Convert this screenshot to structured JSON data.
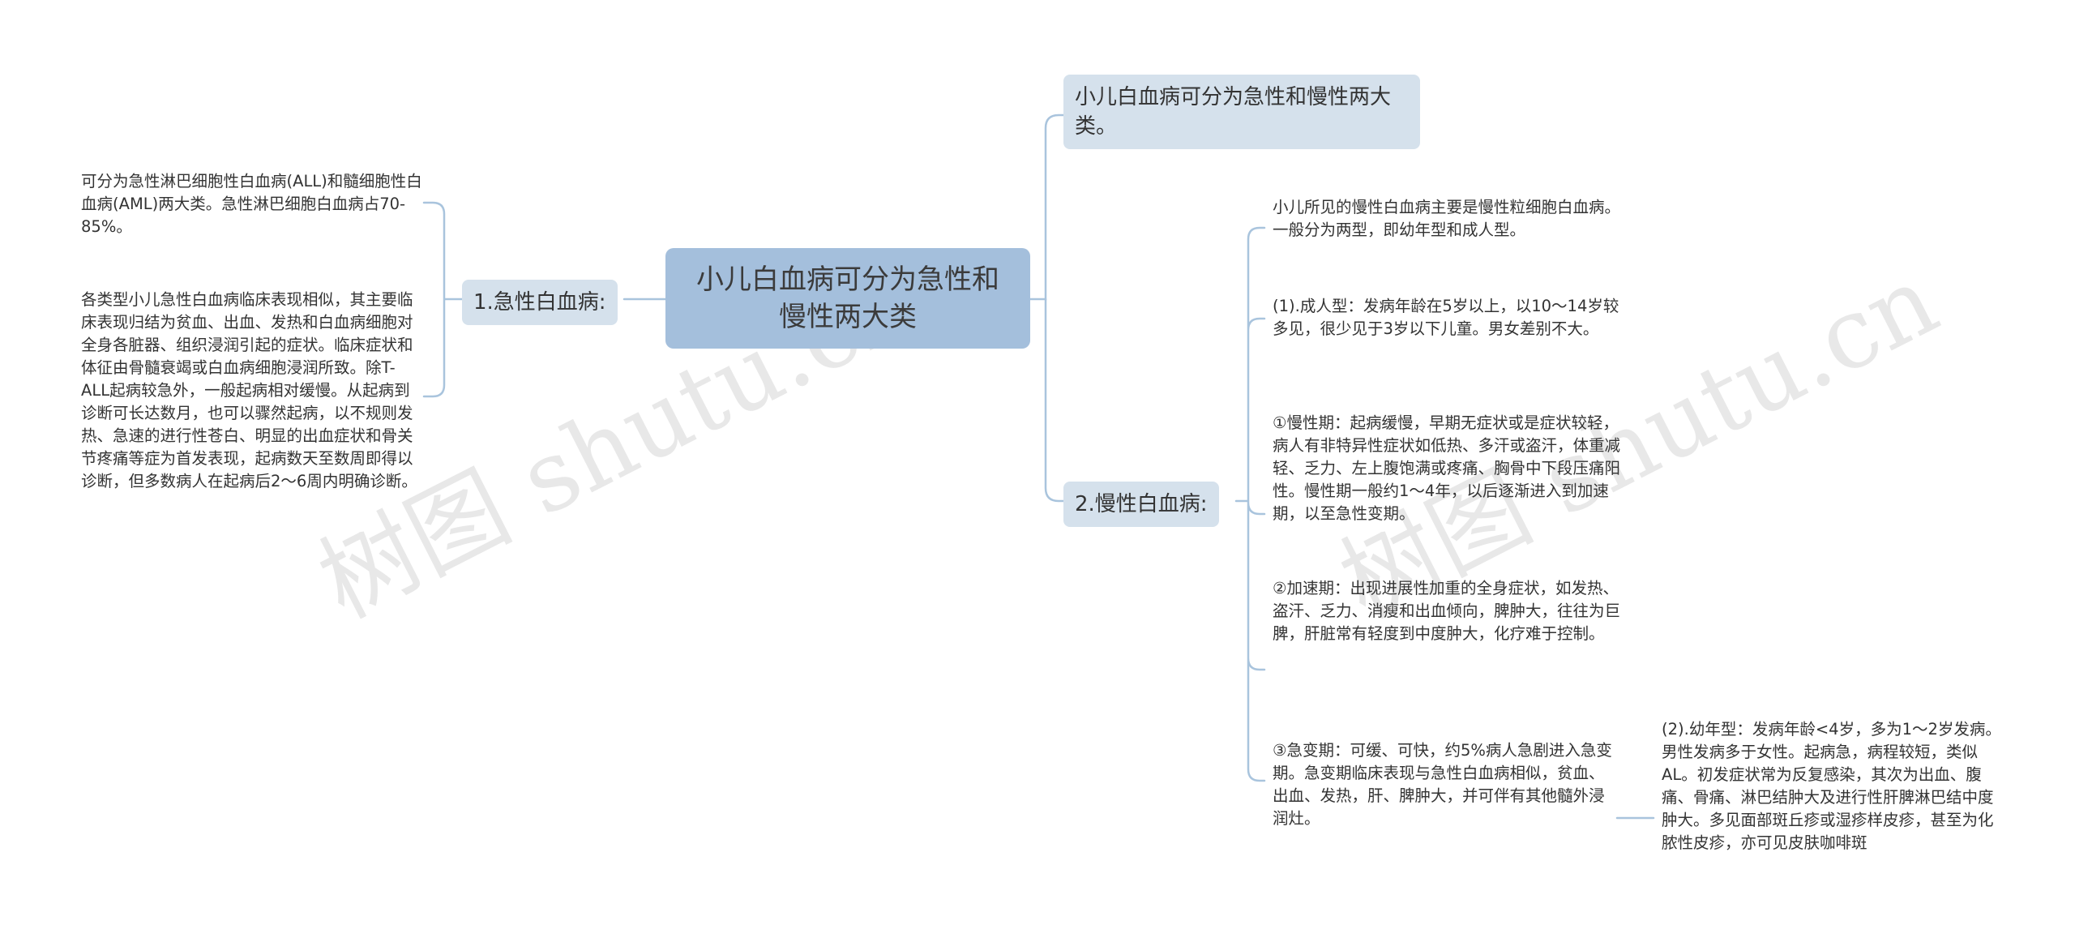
{
  "root": {
    "text": "小儿白血病可分为急性和慢性两大类"
  },
  "top_branch": {
    "text": "小儿白血病可分为急性和慢性两大类。"
  },
  "acute": {
    "label": "1.急性白血病:",
    "leaves": [
      "可分为急性淋巴细胞性白血病(ALL)和髓细胞性白血病(AML)两大类。急性淋巴细胞白血病占70-85%。",
      "各类型小儿急性白血病临床表现相似，其主要临床表现归结为贫血、出血、发热和白血病细胞对全身各脏器、组织浸润引起的症状。临床症状和体征由骨髓衰竭或白血病细胞浸润所致。除T-ALL起病较急外，一般起病相对缓慢。从起病到诊断可长达数月，也可以骤然起病，以不规则发热、急速的进行性苍白、明显的出血症状和骨关节疼痛等症为首发表现，起病数天至数周即得以诊断，但多数病人在起病后2～6周内明确诊断。"
    ]
  },
  "chronic": {
    "label": "2.慢性白血病:",
    "leaves": [
      "小儿所见的慢性白血病主要是慢性粒细胞白血病。一般分为两型，即幼年型和成人型。",
      "(1).成人型：发病年龄在5岁以上，以10～14岁较多见，很少见于3岁以下儿童。男女差别不大。",
      "①慢性期：起病缓慢，早期无症状或是症状较轻，病人有非特异性症状如低热、多汗或盗汗，体重减轻、乏力、左上腹饱满或疼痛、胸骨中下段压痛阳性。慢性期一般约1～4年，以后逐渐进入到加速期，以至急性变期。",
      "②加速期：出现进展性加重的全身症状，如发热、盗汗、乏力、消瘦和出血倾向，脾肿大，往往为巨脾，肝脏常有轻度到中度肿大，化疗难于控制。",
      "③急变期：可缓、可快，约5%病人急剧进入急变期。急变期临床表现与急性白血病相似，贫血、出血、发热，肝、脾肿大，并可伴有其他髓外浸润灶。"
    ],
    "sub_leaf": "(2).幼年型：发病年龄<4岁，多为1～2岁发病。男性发病多于女性。起病急，病程较短，类似AL。初发症状常为反复感染，其次为出血、腹痛、骨痛、淋巴结肿大及进行性肝脾淋巴结中度肿大。多见面部斑丘疹或湿疹样皮疹，甚至为化脓性皮疹，亦可见皮肤咖啡斑"
  },
  "watermark": "树图 shutu.cn",
  "colors": {
    "root": "#a4bfdc",
    "branch": "#d5e1ec",
    "line": "#a9c4dd"
  }
}
